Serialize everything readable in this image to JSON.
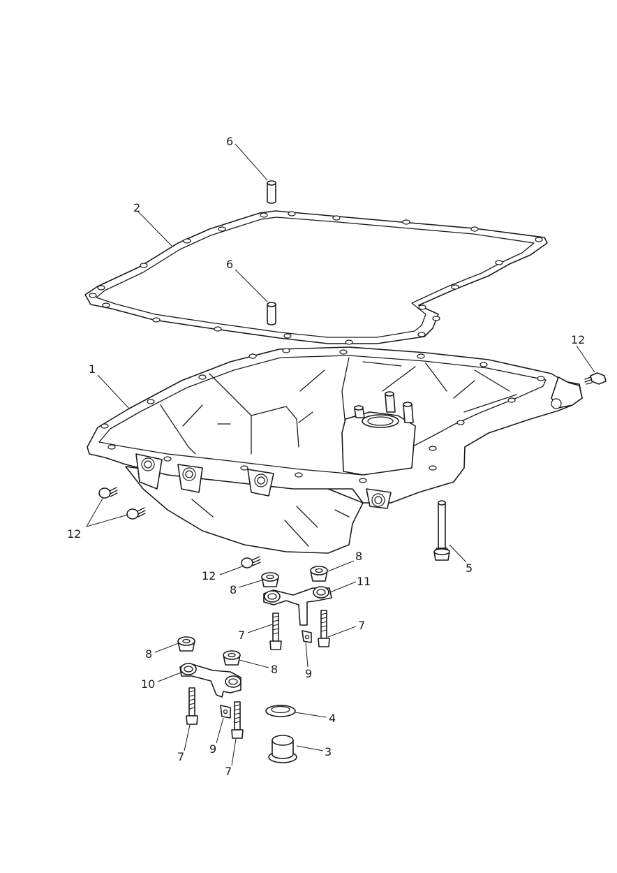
{
  "callouts": [
    {
      "id": "c6a",
      "text": "6"
    },
    {
      "id": "c2",
      "text": "2"
    },
    {
      "id": "c6b",
      "text": "6"
    },
    {
      "id": "c12a",
      "text": "12"
    },
    {
      "id": "c1",
      "text": "1"
    },
    {
      "id": "c12b",
      "text": "12"
    },
    {
      "id": "c5",
      "text": "5"
    },
    {
      "id": "c8a",
      "text": "8"
    },
    {
      "id": "c12c",
      "text": "12"
    },
    {
      "id": "c8b",
      "text": "8"
    },
    {
      "id": "c11",
      "text": "11"
    },
    {
      "id": "c7a",
      "text": "7"
    },
    {
      "id": "c7b",
      "text": "7"
    },
    {
      "id": "c9a",
      "text": "9"
    },
    {
      "id": "c8c",
      "text": "8"
    },
    {
      "id": "c8d",
      "text": "8"
    },
    {
      "id": "c10",
      "text": "10"
    },
    {
      "id": "c4",
      "text": "4"
    },
    {
      "id": "c3",
      "text": "3"
    },
    {
      "id": "c9b",
      "text": "9"
    },
    {
      "id": "c7c",
      "text": "7"
    },
    {
      "id": "c7d",
      "text": "7"
    }
  ]
}
